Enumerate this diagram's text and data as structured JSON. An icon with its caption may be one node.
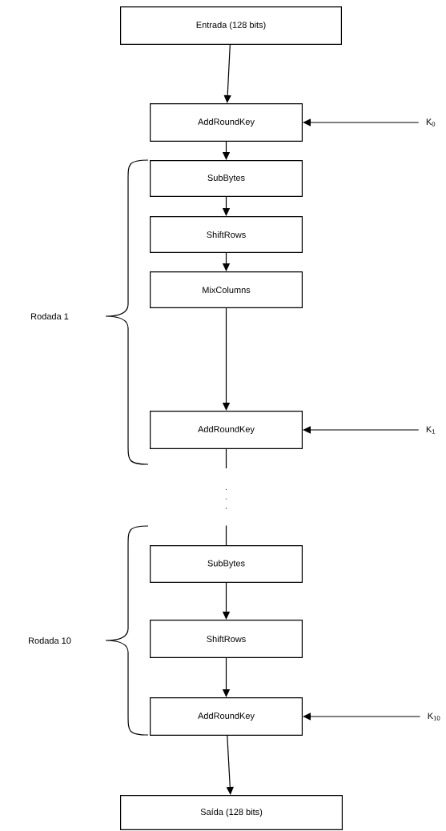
{
  "diagram": {
    "nodes": [
      {
        "text": [
          "Entrada (128 bits)"
        ]
      },
      {
        "text": [
          "AddRoundKey"
        ]
      },
      {
        "text": [
          "K$_{0}$"
        ]
      },
      {
        "text": [
          "SubBytes"
        ]
      },
      {
        "text": [
          "ShiftRows"
        ]
      },
      {
        "text": [
          "MixColumns"
        ]
      },
      {
        "text": [
          "AddRoundKey"
        ]
      },
      {
        "text": [
          "K$_{1}$"
        ]
      },
      {
        "text": [
          "SubBytes"
        ]
      },
      {
        "text": [
          "ShiftRows"
        ]
      },
      {
        "text": [
          "AddRoundKey"
        ]
      },
      {
        "text": [
          "K$_{10}$"
        ]
      },
      {
        "text": [
          "Saída (128 bits)"
        ]
      }
    ],
    "edges": [
      {
        "from": 0,
        "to": 1,
        "arrow": "to"
      },
      {
        "from": 2,
        "to": 1,
        "arrow": "to"
      },
      {
        "from": 1,
        "to": 3,
        "arrow": "to"
      },
      {
        "from": 3,
        "to": 4,
        "arrow": "to"
      },
      {
        "from": 4,
        "to": 5,
        "arrow": "to"
      },
      {
        "from": 5,
        "to": 6,
        "arrow": "to"
      },
      {
        "from": 7,
        "to": 6,
        "arrow": "to"
      },
      {
        "from": 6,
        "to": 8,
        "arrow": "none",
        "style": "dashed"
      },
      {
        "from": 8,
        "to": 9,
        "arrow": "to"
      },
      {
        "from": 9,
        "to": 10,
        "arrow": "to"
      },
      {
        "from": 11,
        "to": 10,
        "arrow": "to"
      },
      {
        "from": 10,
        "to": 12,
        "arrow": "to"
      }
    ],
    "labels": [
      "Rodada 1",
      "Rodada 10"
    ]
  }
}
